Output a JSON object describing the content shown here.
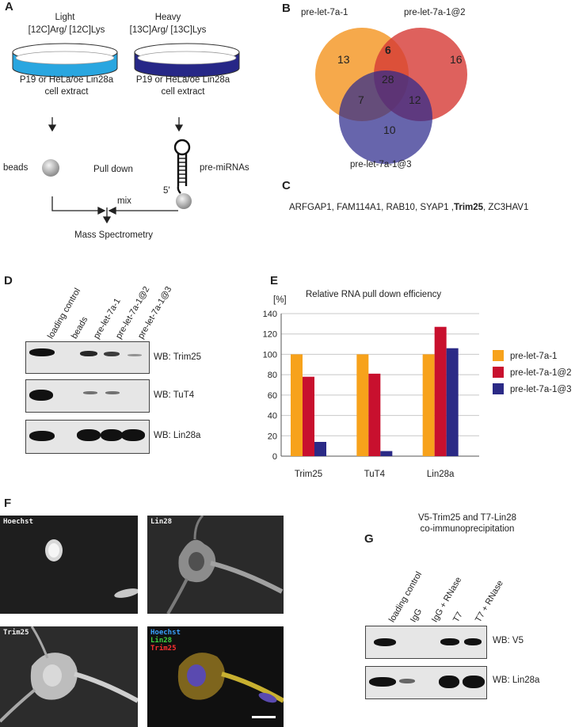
{
  "panelA": {
    "label": "A",
    "light": {
      "title": "Light",
      "labeling": "[12C]Arg/ [12C]Lys",
      "extract1": "P19 or HeLa/oe Lin28a",
      "extract2": "cell extract"
    },
    "heavy": {
      "title": "Heavy",
      "labeling": "[13C]Arg/ [13C]Lys",
      "extract1": "P19 or HeLa/oe Lin28a",
      "extract2": "cell extract"
    },
    "beads": "beads",
    "pulldown": "Pull down",
    "premirnas": "pre-miRNAs",
    "five_prime": "5'",
    "mix": "mix",
    "mass_spec": "Mass Spectrometry",
    "colors": {
      "light_dish": "#29a6e0",
      "heavy_dish": "#262787"
    }
  },
  "panelB": {
    "label": "B",
    "sets": [
      "pre-let-7a-1",
      "pre-let-7a-1@2",
      "pre-let-7a-1@3"
    ],
    "counts": {
      "only1": "13",
      "only2": "16",
      "only3": "10",
      "s12": "6",
      "s13": "7",
      "s23": "12",
      "s123": "28"
    },
    "colors": {
      "set1": "#f59a2c",
      "set2": "#d63a34",
      "set3": "#2d2a8c"
    }
  },
  "panelC": {
    "label": "C",
    "genes_before": "ARFGAP1, FAM114A1, RAB10, SYAP1 ,",
    "gene_bold": "Trim25",
    "genes_after": ", ZC3HAV1"
  },
  "panelD": {
    "label": "D",
    "lanes": [
      "loading control",
      "beads",
      "pre-let-7a-1",
      "pre-let-7a-1@2",
      "pre-let-7a-1@3"
    ],
    "blots": [
      "WB: Trim25",
      "WB: TuT4",
      "WB: Lin28a"
    ]
  },
  "panelE": {
    "label": "E",
    "chart_data": {
      "type": "bar",
      "title": "Relative RNA pull down efficiency",
      "ylabel": "[%]",
      "ylim": [
        0,
        140
      ],
      "yticks": [
        0,
        20,
        40,
        60,
        80,
        100,
        120,
        140
      ],
      "categories": [
        "Trim25",
        "TuT4",
        "Lin28a"
      ],
      "series": [
        {
          "name": "pre-let-7a-1",
          "color": "#f7a21b",
          "values": [
            100,
            100,
            100
          ]
        },
        {
          "name": "pre-let-7a-1@2",
          "color": "#c8102e",
          "values": [
            78,
            81,
            127
          ]
        },
        {
          "name": "pre-let-7a-1@3",
          "color": "#2b2a86",
          "values": [
            14,
            5,
            106
          ]
        }
      ],
      "legend": "right",
      "grid": true
    }
  },
  "panelF": {
    "label": "F",
    "panels": [
      "Hoechst",
      "Lin28",
      "Trim25"
    ],
    "merge": {
      "hoechst": "Hoechst",
      "lin28": "Lin28",
      "trim25": "Trim25"
    },
    "merge_colors": {
      "hoechst": "#3aa0ff",
      "lin28": "#40d040",
      "trim25": "#ff3030"
    }
  },
  "panelG": {
    "label": "G",
    "title1": "V5-Trim25 and T7-Lin28",
    "title2": "co-immunoprecipitation",
    "lanes": [
      "loading control",
      "IgG",
      "IgG + RNase",
      "T7",
      "T7 + RNase"
    ],
    "blots": [
      "WB: V5",
      "WB: Lin28a"
    ]
  }
}
